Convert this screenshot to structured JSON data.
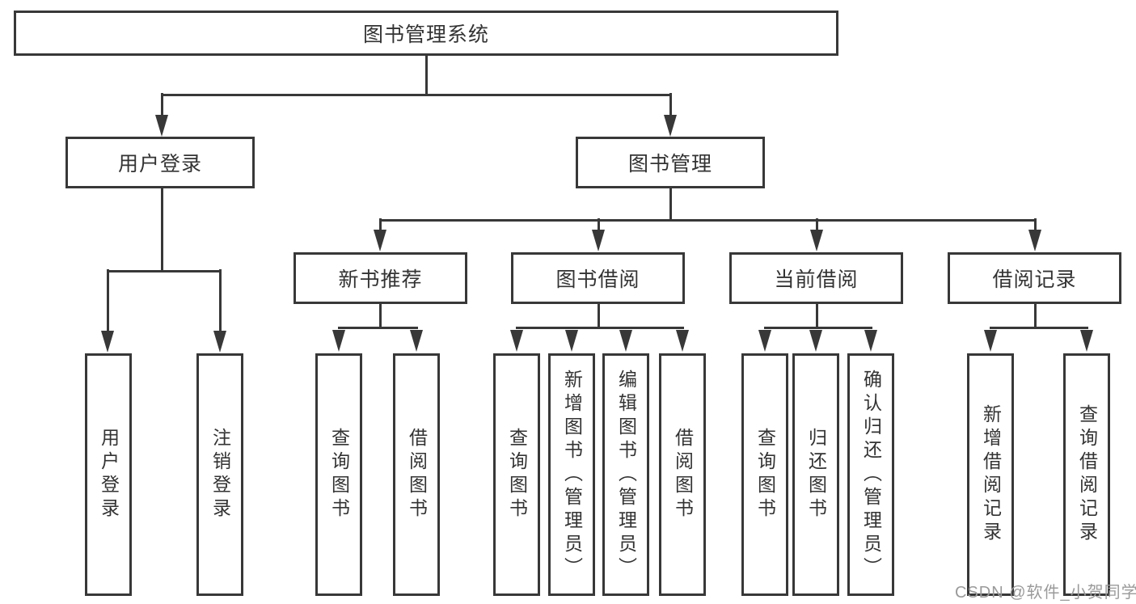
{
  "tree": {
    "label": "图书管理系统",
    "children": [
      {
        "label": "用户登录",
        "children": [
          {
            "label": "用户登录"
          },
          {
            "label": "注销登录"
          }
        ]
      },
      {
        "label": "图书管理",
        "children": [
          {
            "label": "新书推荐",
            "children": [
              {
                "label": "查询图书"
              },
              {
                "label": "借阅图书"
              }
            ]
          },
          {
            "label": "图书借阅",
            "children": [
              {
                "label": "查询图书"
              },
              {
                "label": "新增图书（管理员）"
              },
              {
                "label": "编辑图书（管理员）"
              },
              {
                "label": "借阅图书"
              }
            ]
          },
          {
            "label": "当前借阅",
            "children": [
              {
                "label": "查询图书"
              },
              {
                "label": "归还图书"
              },
              {
                "label": "确认归还（管理员）"
              }
            ]
          },
          {
            "label": "借阅记录",
            "children": [
              {
                "label": "新增借阅记录"
              },
              {
                "label": "查询借阅记录"
              }
            ]
          }
        ]
      }
    ]
  },
  "watermark": "CSDN @软件_小贺同学",
  "colors": {
    "line": "#383838",
    "text": "#333333",
    "watermark_text": "#9a9a9a",
    "background": "#ffffff"
  }
}
